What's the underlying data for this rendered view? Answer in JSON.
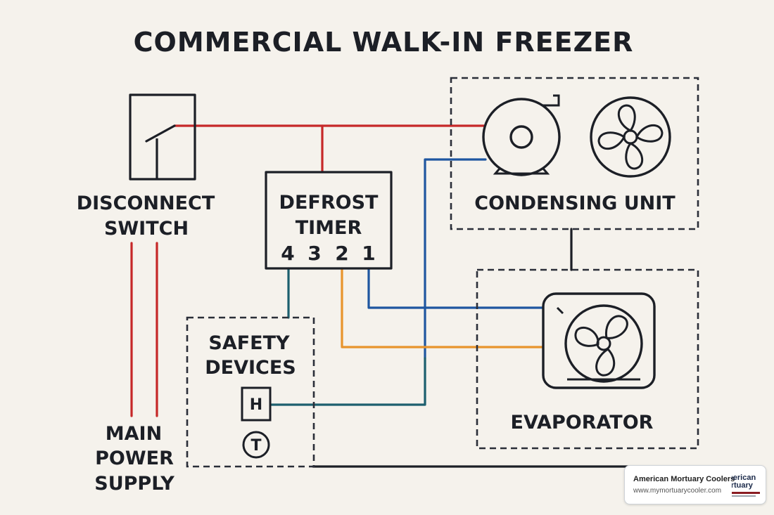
{
  "title": "COMMERCIAL WALK-IN FREEZER",
  "components": {
    "disconnect_switch": {
      "line1": "DISCONNECT",
      "line2": "SWITCH"
    },
    "main_power": {
      "line1": "MAIN",
      "line2": "POWER",
      "line3": "SUPPLY"
    },
    "defrost_timer": {
      "line1": "DEFROST",
      "line2": "TIMER",
      "terminals": [
        "4",
        "3",
        "2",
        "1"
      ]
    },
    "condensing_unit": {
      "label": "CONDENSING UNIT"
    },
    "evaporator": {
      "label": "EVAPORATOR"
    },
    "safety_devices": {
      "line1": "SAFETY",
      "line2": "DEVICES",
      "high_pressure": "H",
      "thermostat": "T"
    }
  },
  "wire_colors": {
    "power": "#c62828",
    "control_blue": "#1e56a0",
    "teal": "#1c5f6e",
    "orange": "#e8942c",
    "black": "#1c1f26"
  },
  "icons": [
    "switch-icon",
    "compressor-icon",
    "condenser-fan-icon",
    "evaporator-fan-icon"
  ],
  "watermark": {
    "name": "American Mortuary Coolers",
    "url": "www.mymortuarycooler.com",
    "logo_line1": "merican",
    "logo_line2": "ortuary"
  }
}
